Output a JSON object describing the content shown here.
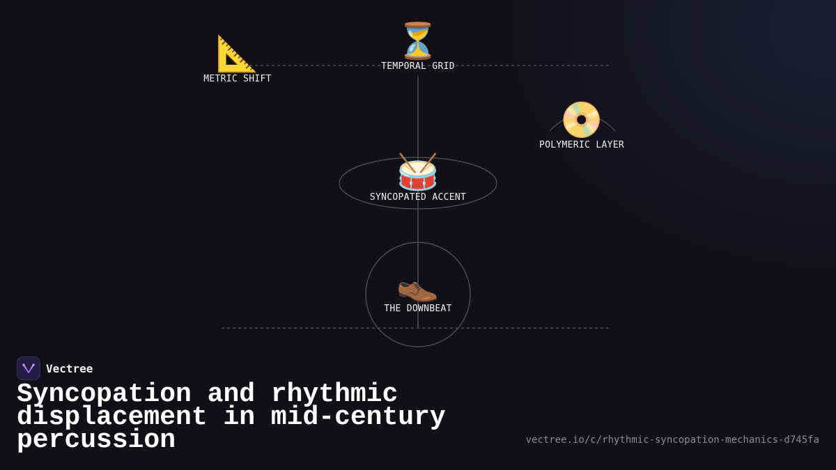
{
  "brand": {
    "name": "Vectree"
  },
  "title": "Syncopation and rhythmic displacement in mid-century percussion",
  "url": "vectree.io/c/rhythmic-syncopation-mechanics-d745fa",
  "diagram": {
    "nodes": [
      {
        "id": "temporal-grid",
        "emoji": "⏳",
        "icon": "hourglass-icon",
        "label": "TEMPORAL GRID"
      },
      {
        "id": "metric-shift",
        "emoji": "📐",
        "icon": "triangular-ruler-icon",
        "label": "METRIC SHIFT"
      },
      {
        "id": "polymeric-layer",
        "emoji": "📀",
        "icon": "disc-icon",
        "label": "POLYMERIC LAYER"
      },
      {
        "id": "syncopated-accent",
        "emoji": "🥁",
        "icon": "drum-icon",
        "label": "SYNCOPATED ACCENT"
      },
      {
        "id": "the-downbeat",
        "emoji": "👞",
        "icon": "shoe-icon",
        "label": "THE DOWNBEAT"
      }
    ]
  },
  "colors": {
    "background": "#101016",
    "line": "#5a5a62",
    "logo_bg": "#241c42",
    "logo_accent": "#b06cf0"
  }
}
